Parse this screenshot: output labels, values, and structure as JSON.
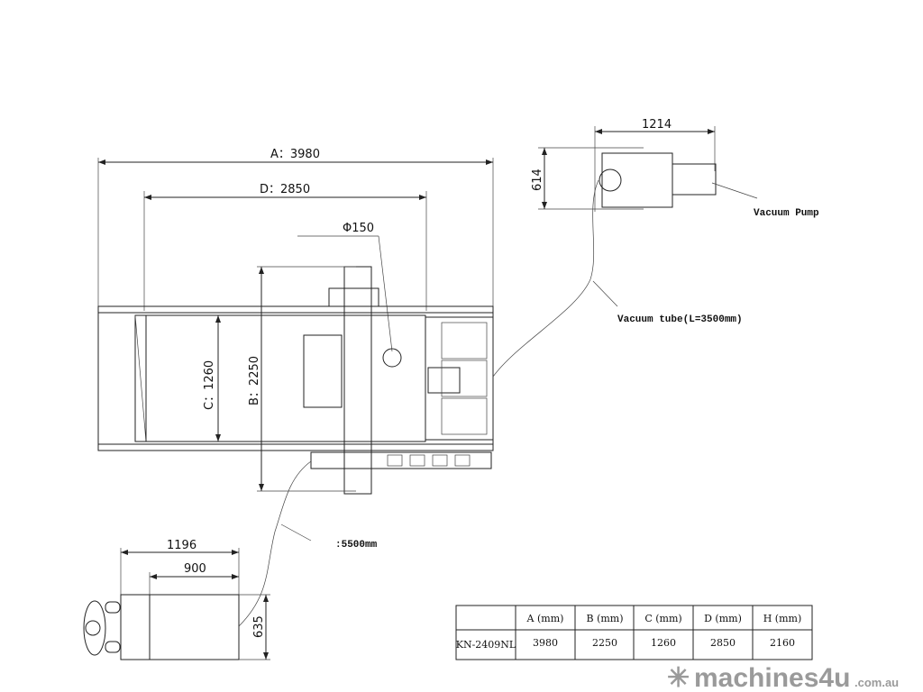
{
  "dimensions": {
    "a": "A：3980",
    "d": "D：2850",
    "phi": "Φ150",
    "c": "C：1260",
    "b": "B：2250",
    "cable": ":5500mm",
    "desk_width": "1196",
    "desk_inner": "900",
    "desk_depth": "635",
    "pump_width": "1214",
    "pump_depth": "614"
  },
  "labels": {
    "vacuum_pump": "Vacuum Pump",
    "vacuum_tube": "Vacuum tube(L=3500mm)"
  },
  "spec_table": {
    "headers": [
      "",
      "A (mm)",
      "B (mm)",
      "C (mm)",
      "D (mm)",
      "H (mm)"
    ],
    "rows": [
      [
        "KN-2409NL",
        "3980",
        "2250",
        "1260",
        "2850",
        "2160"
      ]
    ]
  },
  "watermark": {
    "brand": "machines4u",
    "domain": ".com.au"
  }
}
